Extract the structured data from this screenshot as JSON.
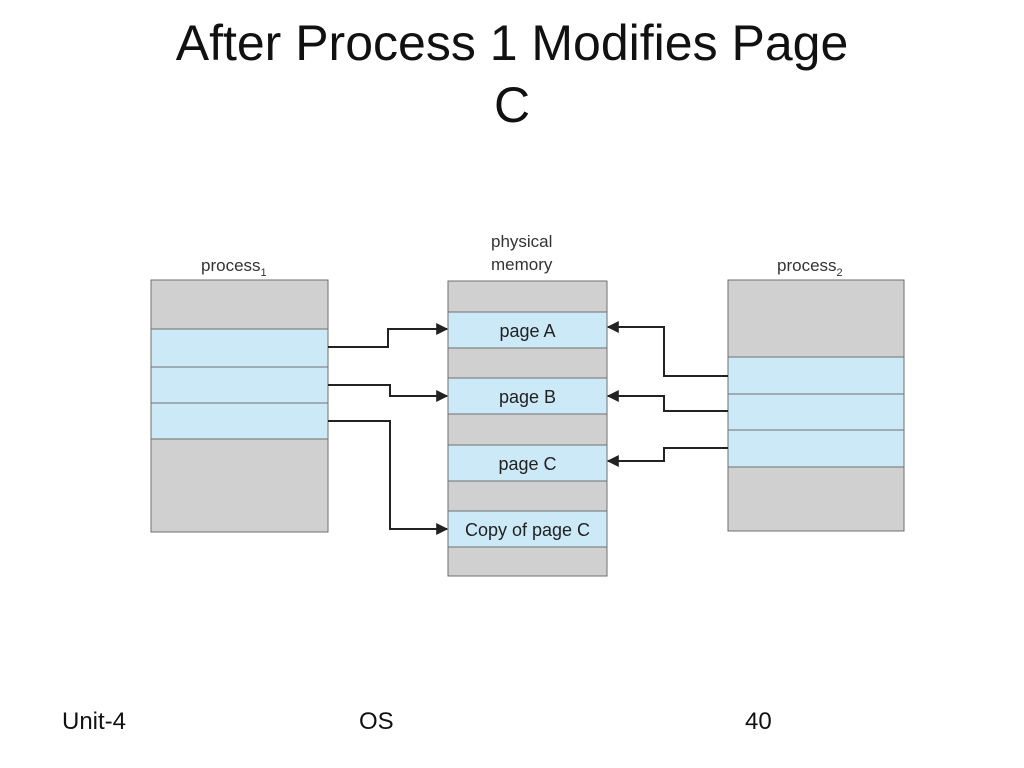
{
  "title": {
    "line1": "After Process 1 Modifies Page",
    "line2": "C"
  },
  "diagram": {
    "process1": {
      "label": "process",
      "subscript": "1"
    },
    "physical_memory": {
      "line1": "physical",
      "line2": "memory"
    },
    "process2": {
      "label": "process",
      "subscript": "2"
    },
    "pages": {
      "a": "page A",
      "b": "page B",
      "c": "page C",
      "copy_c": "Copy of page C"
    },
    "colors": {
      "page_fill": "#cce9f7",
      "block_fill": "#d0d0d0",
      "border": "#6f6f6f"
    }
  },
  "footer": {
    "unit": "Unit-4",
    "course": "OS",
    "page_number": "40"
  }
}
